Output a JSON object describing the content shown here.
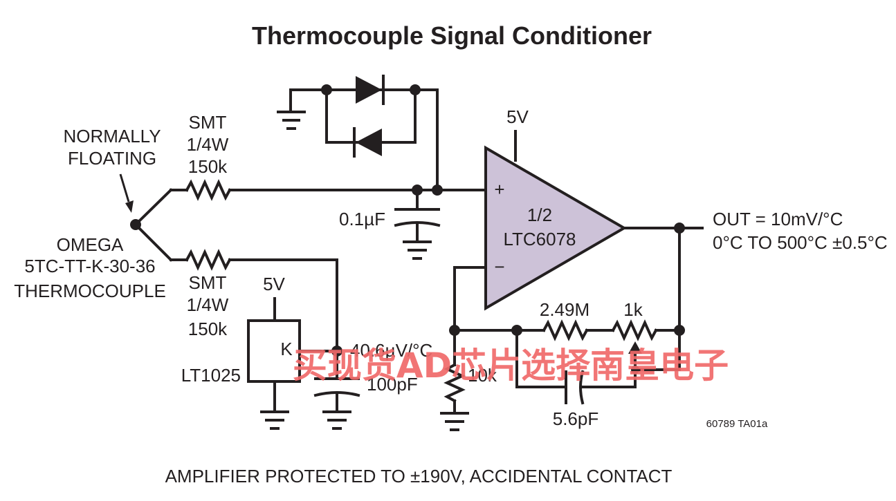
{
  "title": "Thermocouple Signal Conditioner",
  "colors": {
    "ink": "#231f20",
    "amp_fill": "#cdc2d8",
    "watermark": "#f06a6a"
  },
  "labels": {
    "normally_floating_1": "NORMALLY",
    "normally_floating_2": "FLOATING",
    "thermocouple_1": "OMEGA",
    "thermocouple_2": "5TC-TT-K-30-36",
    "thermocouple_3": "THERMOCOUPLE",
    "r_top_1": "SMT",
    "r_top_2": "1/4W",
    "r_top_3": "150k",
    "r_bot_1": "SMT",
    "r_bot_2": "1/4W",
    "r_bot_3": "150k",
    "cap_input": "0.1µF",
    "supply_amp": "5V",
    "amp_1": "1/2",
    "amp_2": "LTC6078",
    "amp_plus": "+",
    "amp_minus": "−",
    "out_1": "OUT = 10mV/°C",
    "out_2": "0°C TO 500°C ±0.5°C",
    "r_feedback": "2.49M",
    "pot": "1k",
    "r_ground": "10k",
    "cap_feedback": "5.6pF",
    "lt_supply": "5V",
    "lt_pin": "K",
    "lt_part": "LT1025",
    "lt_coeff": "40.6µV/°C",
    "cap_lt": "100pF",
    "figure_id": "60789 TA01a",
    "footer": "AMPLIFIER PROTECTED TO ±190V, ACCIDENTAL CONTACT",
    "watermark": "买现货AD芯片选择南皇电子"
  }
}
